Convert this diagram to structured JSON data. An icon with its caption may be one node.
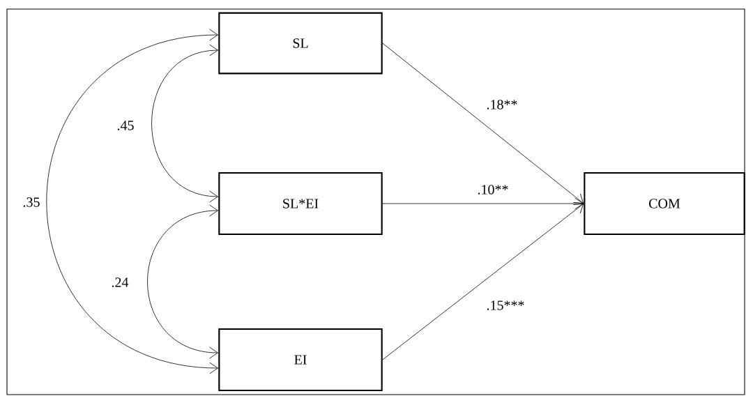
{
  "diagram": {
    "nodes": [
      {
        "text": [
          "SL"
        ]
      },
      {
        "text": [
          "SL*EI"
        ]
      },
      {
        "text": [
          "EI"
        ]
      },
      {
        "text": [
          "COM"
        ]
      }
    ],
    "edges": [
      {
        "from": 0,
        "to": 3,
        "arrow": "to",
        "label": ".18**"
      },
      {
        "from": 1,
        "to": 3,
        "arrow": "to",
        "label": ".10**"
      },
      {
        "from": 2,
        "to": 3,
        "arrow": "to",
        "label": ".15***"
      },
      {
        "from": 0,
        "to": 1,
        "arrow": "both",
        "label": ".45"
      },
      {
        "from": 1,
        "to": 2,
        "arrow": "both",
        "label": ".24"
      },
      {
        "from": 0,
        "to": 2,
        "arrow": "both",
        "label": ".35"
      }
    ]
  }
}
